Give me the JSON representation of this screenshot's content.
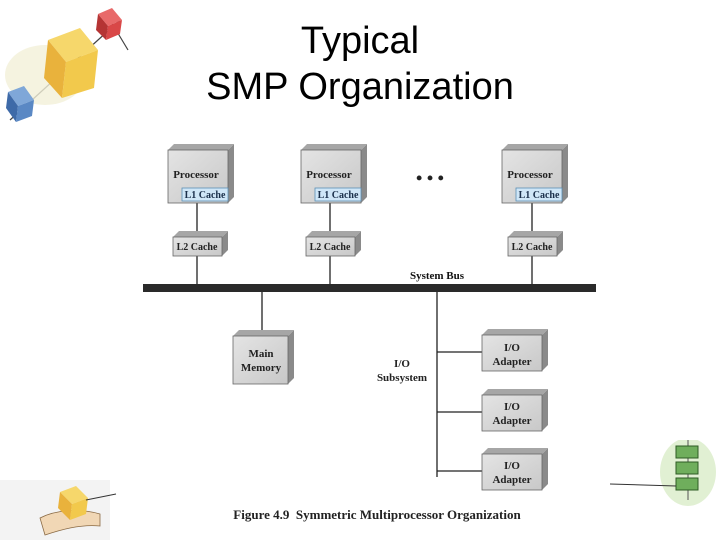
{
  "slide": {
    "title_line1": "Typical",
    "title_line2": "SMP Organization"
  },
  "diagram": {
    "processor_label": "Processor",
    "l1_label": "L1 Cache",
    "l2_label": "L2 Cache",
    "ellipsis": "• • •",
    "bus_label": "System Bus",
    "memory_line1": "Main",
    "memory_line2": "Memory",
    "io_line1": "I/O",
    "io_line2": "Subsystem",
    "adapter_line1": "I/O",
    "adapter_line2": "Adapter",
    "caption": "Figure 4.9  Symmetric Multiprocessor Organization"
  },
  "decor": {
    "top_left_icon": "cubes-on-string-icon",
    "bottom_left_icon": "hand-holding-cube-icon",
    "bottom_right_icon": "stacked-blocks-icon"
  }
}
